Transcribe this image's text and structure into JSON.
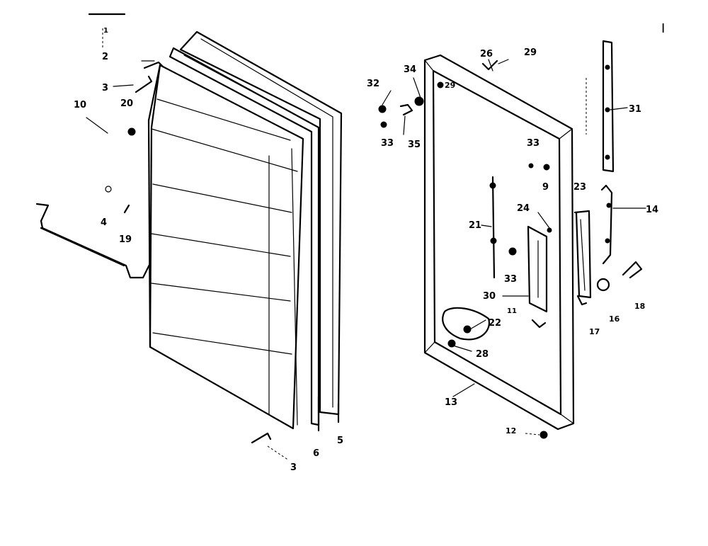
{
  "labels": {
    "corner": "I",
    "l1": "1",
    "l2": "2",
    "l3a": "3",
    "l3b": "3",
    "l4": "4",
    "l5": "5",
    "l6": "6",
    "l9": "9",
    "l10": "10",
    "l11": "11",
    "l12": "12",
    "l13": "13",
    "l14": "14",
    "l16": "16",
    "l17": "17",
    "l18": "18",
    "l19": "19",
    "l20": "20",
    "l21": "21",
    "l22": "22",
    "l23": "23",
    "l24": "24",
    "l26": "26",
    "l28": "28",
    "l29a": "29",
    "l29b": "29",
    "l30": "30",
    "l31": "31",
    "l32": "32",
    "l33a": "33",
    "l33b": "33",
    "l33c": "33",
    "l34": "34",
    "l35": "35"
  }
}
